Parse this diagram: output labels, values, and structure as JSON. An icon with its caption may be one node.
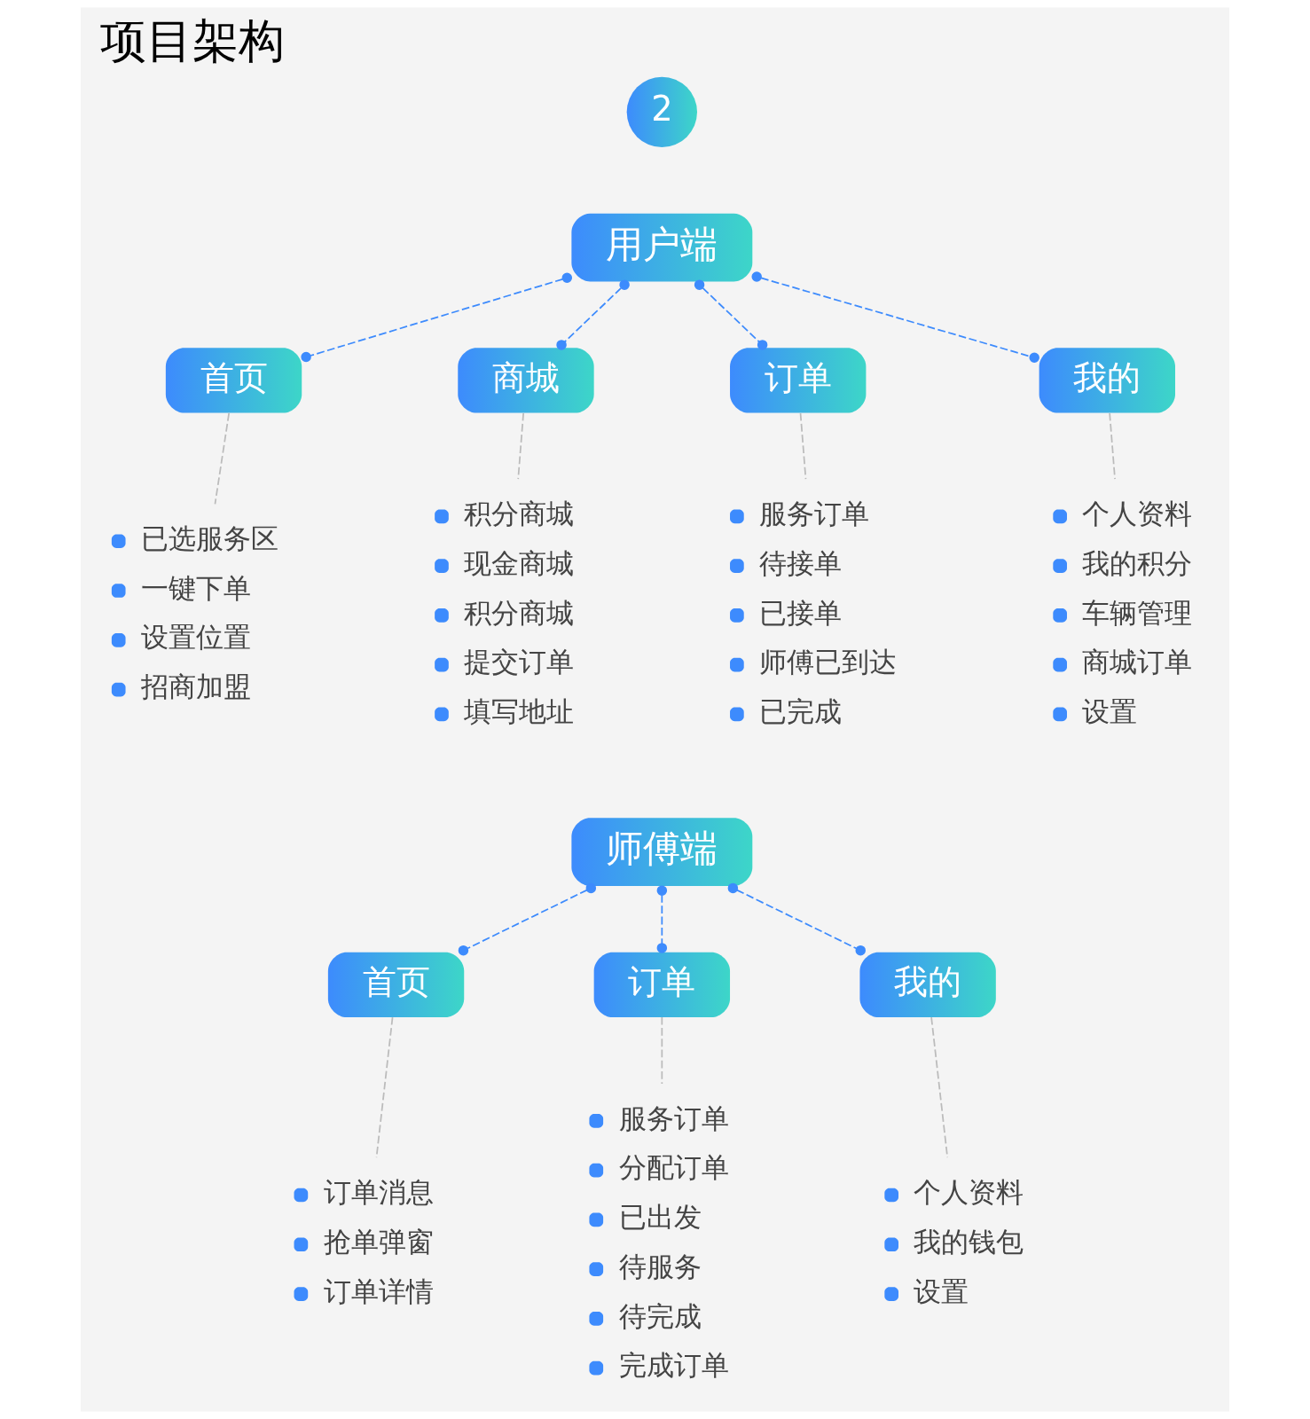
{
  "diagram": {
    "title": "项目架构",
    "nodes": [
      {
        "text": [
          "用户端"
        ]
      },
      {
        "text": [
          "首页"
        ],
        "beside": [
          "已选服务区",
          "一键下单",
          "设置位置",
          "招商加盟"
        ]
      },
      {
        "text": [
          "商城"
        ],
        "beside": [
          "积分商城",
          "现金商城",
          "积分商城",
          "提交订单",
          "填写地址"
        ]
      },
      {
        "text": [
          "订单"
        ],
        "beside": [
          "服务订单",
          "待接单",
          "已接单",
          "师傅已到达",
          "已完成"
        ]
      },
      {
        "text": [
          "我的"
        ],
        "beside": [
          "个人资料",
          "我的积分",
          "车辆管理",
          "商城订单",
          "设置"
        ]
      },
      {
        "text": [
          "师傅端"
        ]
      },
      {
        "text": [
          "首页"
        ],
        "beside": [
          "订单消息",
          "抢单弹窗",
          "订单详情"
        ]
      },
      {
        "text": [
          "订单"
        ],
        "beside": [
          "服务订单",
          "分配订单",
          "已出发",
          "待服务",
          "待完成",
          "完成订单"
        ]
      },
      {
        "text": [
          "我的"
        ],
        "beside": [
          "个人资料",
          "我的钱包",
          "设置"
        ]
      }
    ],
    "edges": [
      {
        "from": 0,
        "to": 1,
        "arrow": "other",
        "style": "dashed"
      },
      {
        "from": 0,
        "to": 2,
        "arrow": "other",
        "style": "dashed"
      },
      {
        "from": 0,
        "to": 3,
        "arrow": "other",
        "style": "dashed"
      },
      {
        "from": 0,
        "to": 4,
        "arrow": "other",
        "style": "dashed"
      },
      {
        "from": 5,
        "to": 6,
        "arrow": "other",
        "style": "dashed"
      },
      {
        "from": 5,
        "to": 7,
        "arrow": "other",
        "style": "dashed"
      },
      {
        "from": 5,
        "to": 8,
        "arrow": "other",
        "style": "dashed"
      }
    ],
    "labels": [
      "2"
    ]
  }
}
